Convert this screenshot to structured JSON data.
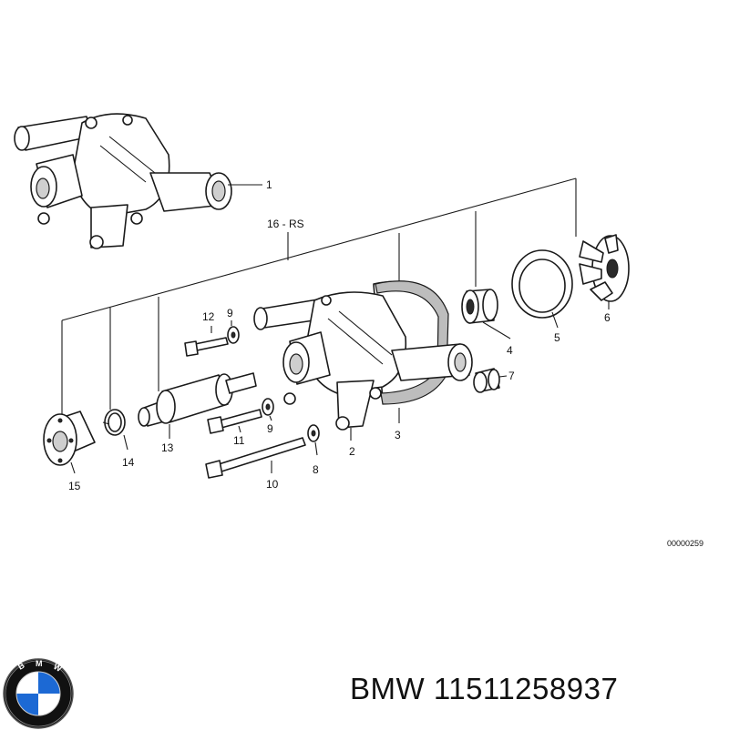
{
  "callouts": {
    "c1": "1",
    "c2": "2",
    "c3": "3",
    "c4": "4",
    "c5": "5",
    "c6": "6",
    "c7": "7",
    "c8": "8",
    "c9a": "9",
    "c9b": "9",
    "c10": "10",
    "c11": "11",
    "c12": "12",
    "c13": "13",
    "c14": "14",
    "c15": "15",
    "c16": "16 - RS"
  },
  "diagram_ref": "00000259",
  "product": {
    "brand": "BMW",
    "number": "11511258937",
    "label": "BMW 11511258937"
  },
  "logo": {
    "text": "BMW",
    "colors": {
      "blue": "#1c69d4",
      "white": "#ffffff",
      "ring": "#111111"
    }
  }
}
